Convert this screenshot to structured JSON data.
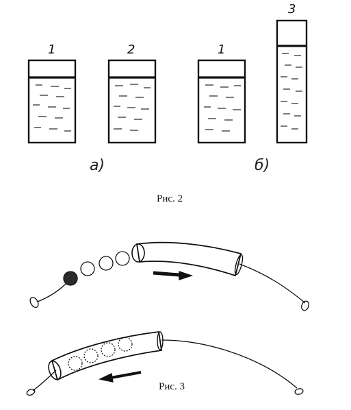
{
  "figure2": {
    "caption": "Рис. 2",
    "beaker_labels": [
      "1",
      "2",
      "1",
      "3"
    ],
    "subfig_labels": [
      "а)",
      "б)"
    ]
  },
  "figure3": {
    "caption": "Рис. 3"
  }
}
